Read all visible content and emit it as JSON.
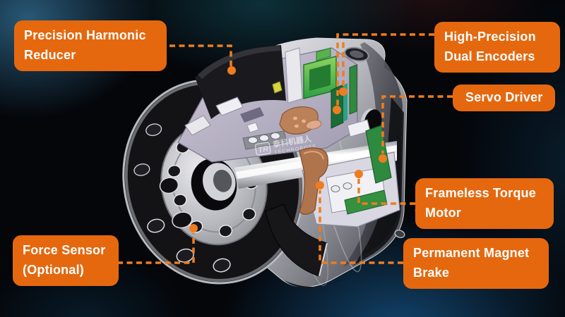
{
  "callouts": {
    "harmonic_reducer": {
      "label": "Precision Harmonic Reducer"
    },
    "dual_encoders": {
      "label": "High-Precision Dual Encoders"
    },
    "servo_driver": {
      "label": "Servo Driver"
    },
    "torque_motor": {
      "label": "Frameless Torque Motor"
    },
    "magnet_brake": {
      "label": "Permanent Magnet Brake"
    },
    "force_sensor": {
      "label": "Force Sensor (Optional)"
    }
  },
  "watermark": {
    "mark": "TR",
    "brand_cn": "泰科机器人",
    "brand_en": "TECHROBOTS"
  },
  "colors": {
    "callout_background": "#E5680F",
    "callout_text": "#FFFFFF",
    "leader_line_orange": "#EF7D1F",
    "pcb_green": "#2F9E41",
    "copper": "#B57A52",
    "background_base": "#04060A",
    "background_glow_blue": "#14507C"
  }
}
